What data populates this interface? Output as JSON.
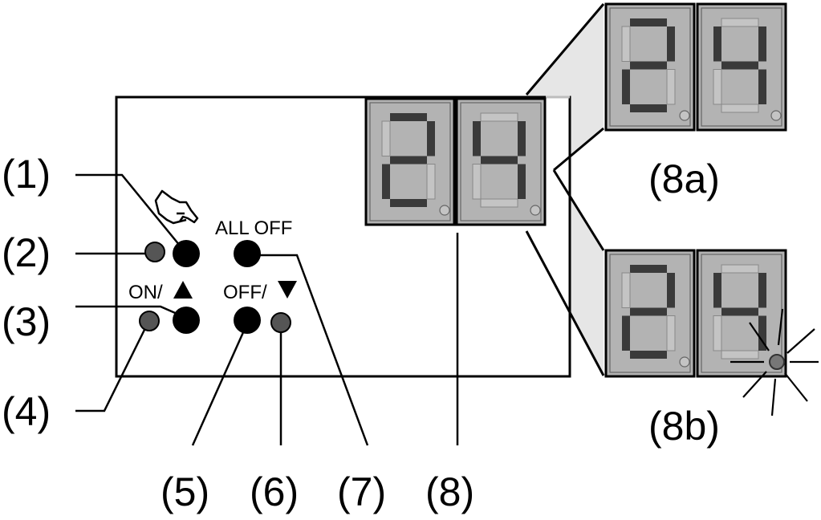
{
  "callouts": {
    "c1": "(1)",
    "c2": "(2)",
    "c3": "(3)",
    "c4": "(4)",
    "c5": "(5)",
    "c6": "(6)",
    "c7": "(7)",
    "c8": "(8)",
    "c8a": "(8a)",
    "c8b": "(8b)"
  },
  "buttons": {
    "all_off_label": "ALL OFF",
    "on_label": "ON/",
    "off_label": "OFF/"
  },
  "icons": {
    "hand": "pointing-hand-icon",
    "up": "triangle-up-icon",
    "down": "triangle-down-icon",
    "blink": "blinking-dot-icon"
  },
  "colors": {
    "display_bg": "#b3b3b3",
    "segment_on": "#3a3a3a",
    "segment_off": "#c4c4c4",
    "led": "#555555",
    "button": "#000000"
  },
  "displays": {
    "main": [
      "2",
      "4"
    ],
    "detail_8a": [
      "2",
      "4"
    ],
    "detail_8b": [
      "2",
      "4"
    ]
  }
}
